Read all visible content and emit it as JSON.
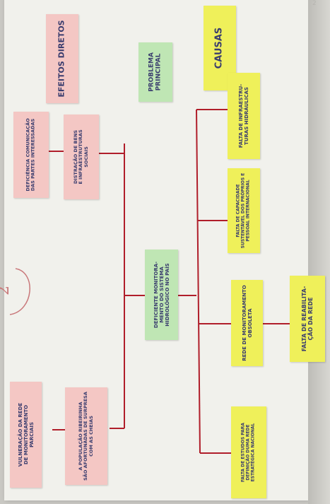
{
  "photo": {
    "subject": "Problem tree on flip chart paper",
    "marker_color": "#b01e2a",
    "ink_color": "#3a3d6e"
  },
  "headers": {
    "effects": "EFEITOS DIRETOS",
    "problem": "PROBLEMA\nPRINCIPAL",
    "causes": "CAUSAS"
  },
  "effects": {
    "top_left": "DEFICIÊNCIA COMUNICAÇÃO\nDAS PARTES INTERESSADAS",
    "top_right": "DISTRAÇÃO DE BENS\nE INFRAESTRUTURAS\nSOCIAIS",
    "bottom_left": "VULNERAÇÃO DA REDE\nDE MONITORAMENTO\nPARCIAIS",
    "bottom_right": "A POPULAÇÃO RIBEIRINHA\nSÃO AFORTUNADAS DE SURPRESA\nCOM AS CHEIAS"
  },
  "problem_note": "DEFICIENTE MONITORA-\nMENTO DO SISTEMA\nHIDROLÓGICO NO PAÍS",
  "causes": {
    "c1": "FALTA DE INFRAESTRU-\nTURAS HIDRÁULICAS",
    "c2": "FALTA DE CAPACIDADE\nSUSTENTÁVEL DOS PRÓPRIOS E\nPESSOAL INTERNACIONAL",
    "c3": "REDE DE MONITORAMENTO\nOBSOLETA",
    "c3_sub": "FALTA DE REABILITA-\nÇÃO DA REDE",
    "c4": "FALTA DE ESTUDOS PARA\nDEFINIÇÃO DUMA REDE\nESTRATÉGICA NACIONAL"
  },
  "circled_number": "2",
  "edge_mark": "2"
}
